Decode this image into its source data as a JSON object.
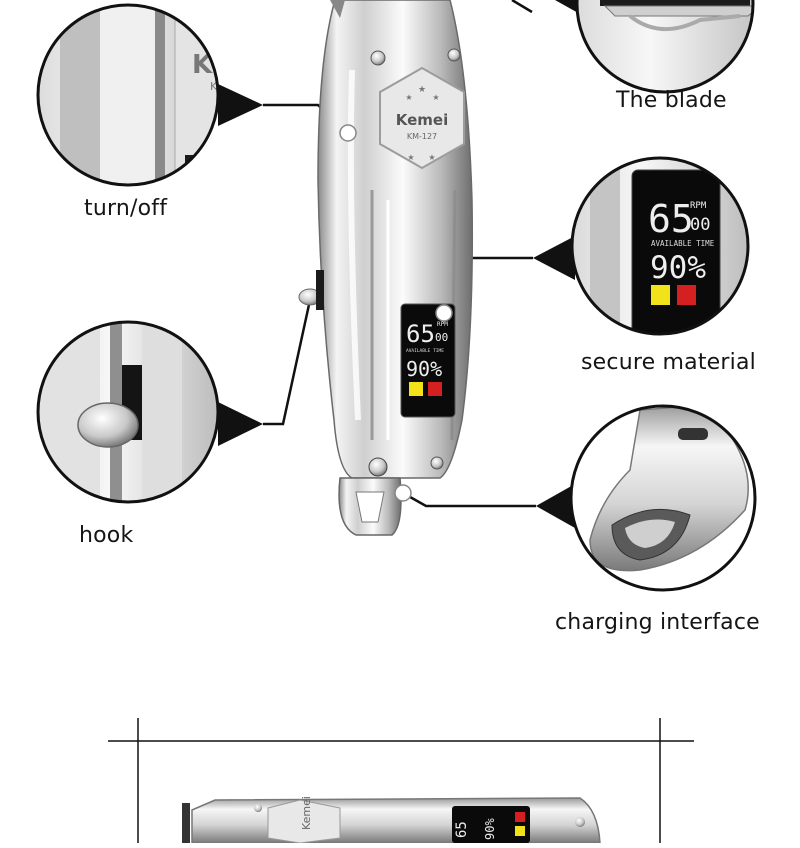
{
  "brand": {
    "logo_text": "Kemei",
    "model": "KM-127"
  },
  "display": {
    "rpm_value": "65",
    "rpm_small": "00",
    "rpm_unit": "RPM",
    "available_time_label": "AVAILABLE TIME",
    "percent": "90%"
  },
  "callouts": {
    "blade": "The blade",
    "switch": "turn/off",
    "material": "secure material",
    "hook": "hook",
    "charging": "charging interface"
  },
  "colors": {
    "chrome_light": "#f2f2f2",
    "chrome_mid": "#c9c9c9",
    "chrome_dark": "#7d7d7d",
    "screen_bg": "#0a0a0a",
    "screen_text": "#eeeeee",
    "badge_yellow": "#f2e21a",
    "badge_red": "#d42020"
  },
  "icons": [
    "star-icon",
    "lightning-icon",
    "plug-icon",
    "usb-port-icon"
  ]
}
